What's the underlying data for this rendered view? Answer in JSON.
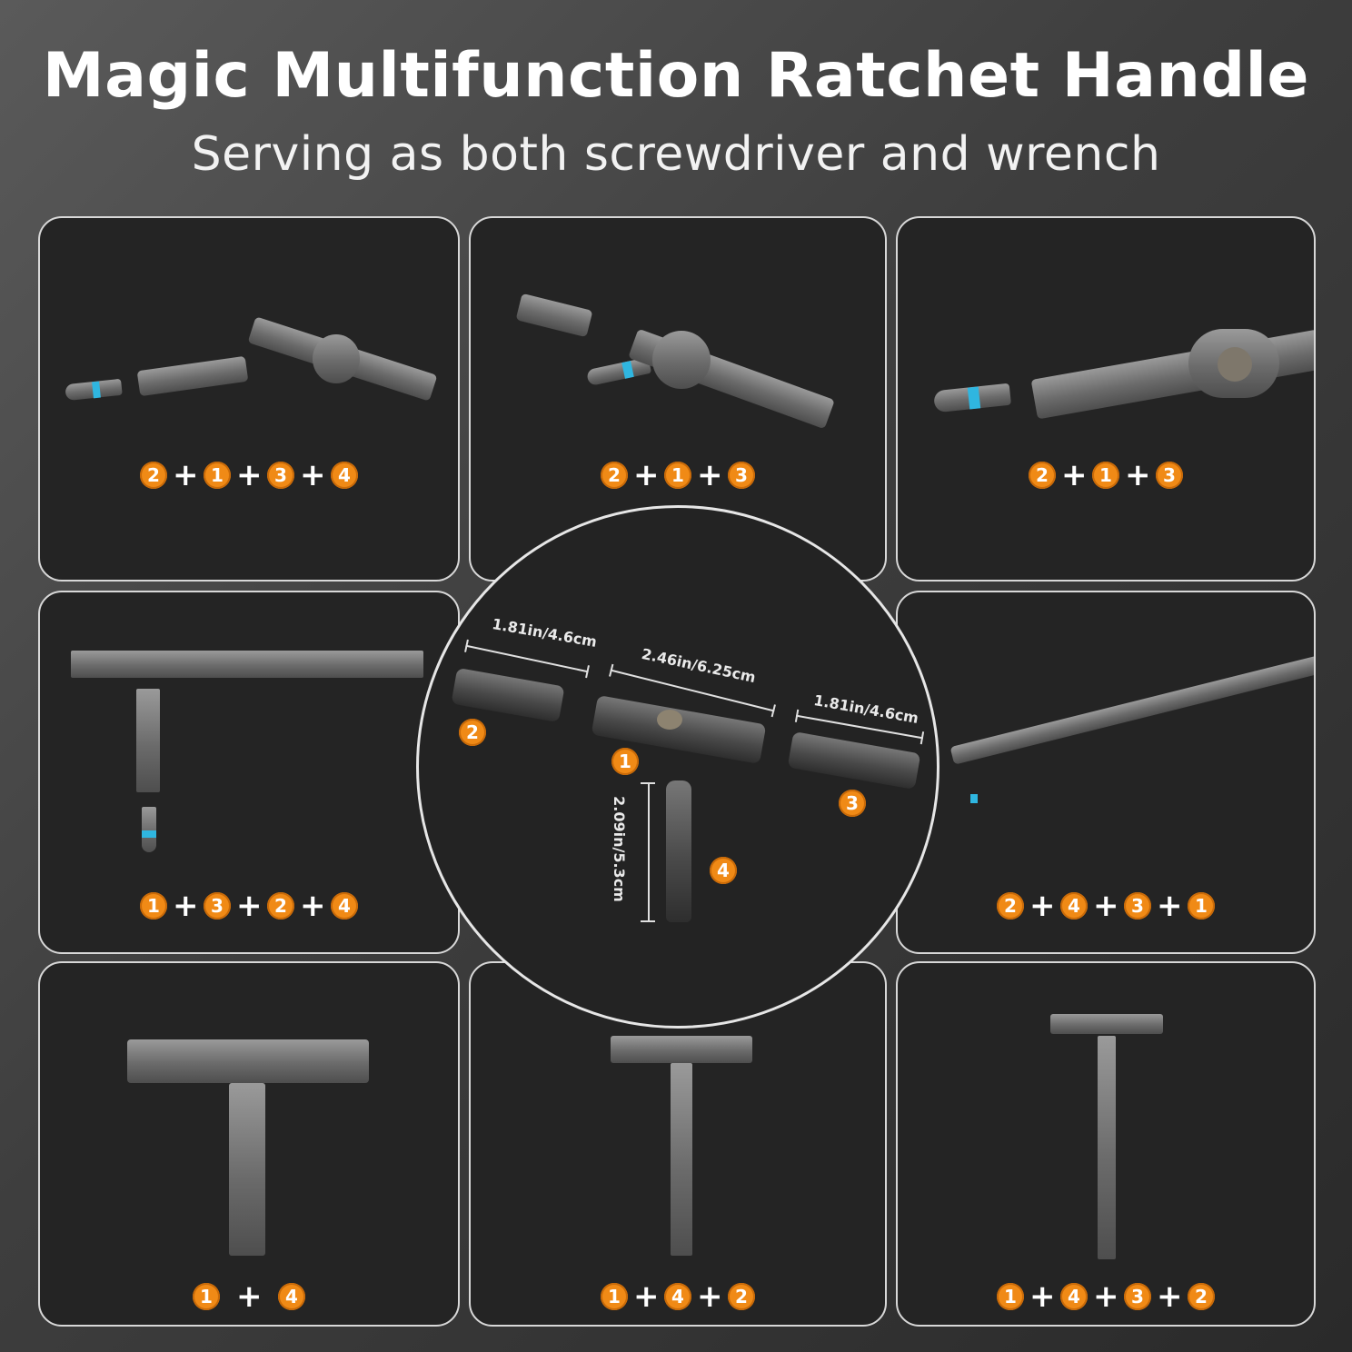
{
  "header": {
    "title": "Magic Multifunction Ratchet Handle",
    "subtitle": "Serving as both screwdriver and wrench"
  },
  "colors": {
    "badge": "#f08a16",
    "panel_bg": "#242424",
    "panel_border": "#d8d8d8",
    "bit_accent": "#2fb6e0"
  },
  "panels": [
    {
      "position": "top-left",
      "formula": [
        "2",
        "1",
        "3",
        "4"
      ]
    },
    {
      "position": "top-center",
      "formula": [
        "2",
        "1",
        "3"
      ]
    },
    {
      "position": "top-right",
      "formula": [
        "2",
        "1",
        "3"
      ]
    },
    {
      "position": "middle-left",
      "formula": [
        "1",
        "3",
        "2",
        "4"
      ]
    },
    {
      "position": "middle-right",
      "formula": [
        "2",
        "4",
        "3",
        "1"
      ]
    },
    {
      "position": "bottom-left",
      "formula": [
        "1",
        "4"
      ]
    },
    {
      "position": "bottom-center",
      "formula": [
        "1",
        "4",
        "2"
      ]
    },
    {
      "position": "bottom-right",
      "formula": [
        "1",
        "4",
        "3",
        "2"
      ]
    }
  ],
  "plus_sign": "+",
  "center_diagram": {
    "parts": [
      {
        "id": "2",
        "dimension": "1.81in/4.6cm"
      },
      {
        "id": "1",
        "dimension": "2.46in/6.25cm"
      },
      {
        "id": "3",
        "dimension": "1.81in/4.6cm"
      },
      {
        "id": "4",
        "dimension": "2.09in/5.3cm"
      }
    ]
  }
}
